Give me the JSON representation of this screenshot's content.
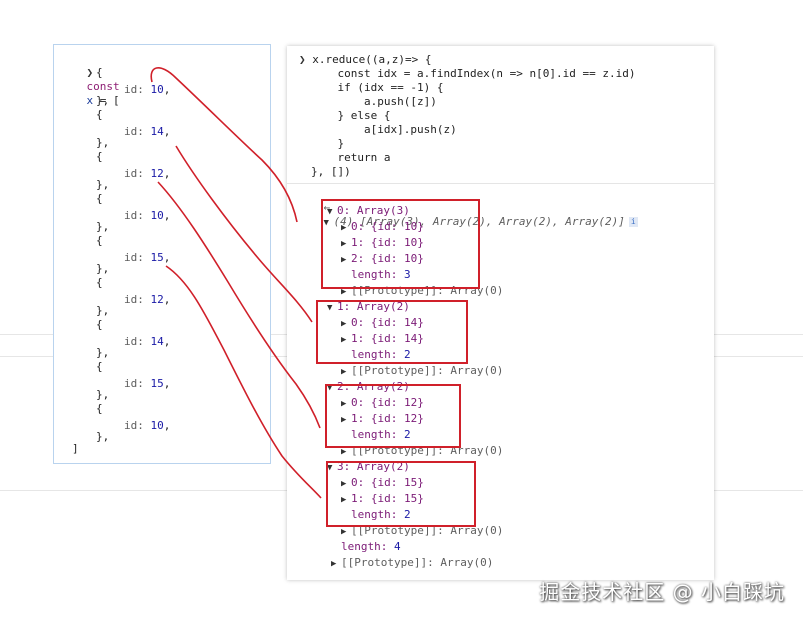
{
  "left": {
    "header_kw": "const",
    "header_var": "x",
    "header_rest": " = [",
    "open": "{",
    "close": "},",
    "key": "id:",
    "ids": [
      "10",
      "14",
      "12",
      "10",
      "15",
      "12",
      "14",
      "15",
      "10"
    ],
    "end": "]"
  },
  "right": {
    "code": [
      "x.reduce((a,z)=> {",
      "    const idx = a.findIndex(n => n[0].id == z.id)",
      "    if (idx == -1) {",
      "        a.push([z])",
      "    } else {",
      "        a[idx].push(z)",
      "    }",
      "    return a",
      "}, [])"
    ],
    "result_summary": "(4) [Array(3), Array(2), Array(2), Array(2)]",
    "info_badge": "i",
    "groups": [
      {
        "label": "0: Array(3)",
        "items": [
          "0: {id: 10}",
          "1: {id: 10}",
          "2: {id: 10}"
        ],
        "length": "3"
      },
      {
        "label": "1: Array(2)",
        "items": [
          "0: {id: 14}",
          "1: {id: 14}"
        ],
        "length": "2"
      },
      {
        "label": "2: Array(2)",
        "items": [
          "0: {id: 12}",
          "1: {id: 12}"
        ],
        "length": "2"
      },
      {
        "label": "3: Array(2)",
        "items": [
          "0: {id: 15}",
          "1: {id: 15}"
        ],
        "length": "2"
      }
    ],
    "length_key": "length:",
    "prototype": "[[Prototype]]: Array(0)",
    "outer_length": "4"
  },
  "watermark": "掘金技术社区 @ 小白踩坑",
  "colors": {
    "annotation": "#d0202a",
    "keyword": "#8e1f74",
    "number": "#1a1aa6"
  }
}
